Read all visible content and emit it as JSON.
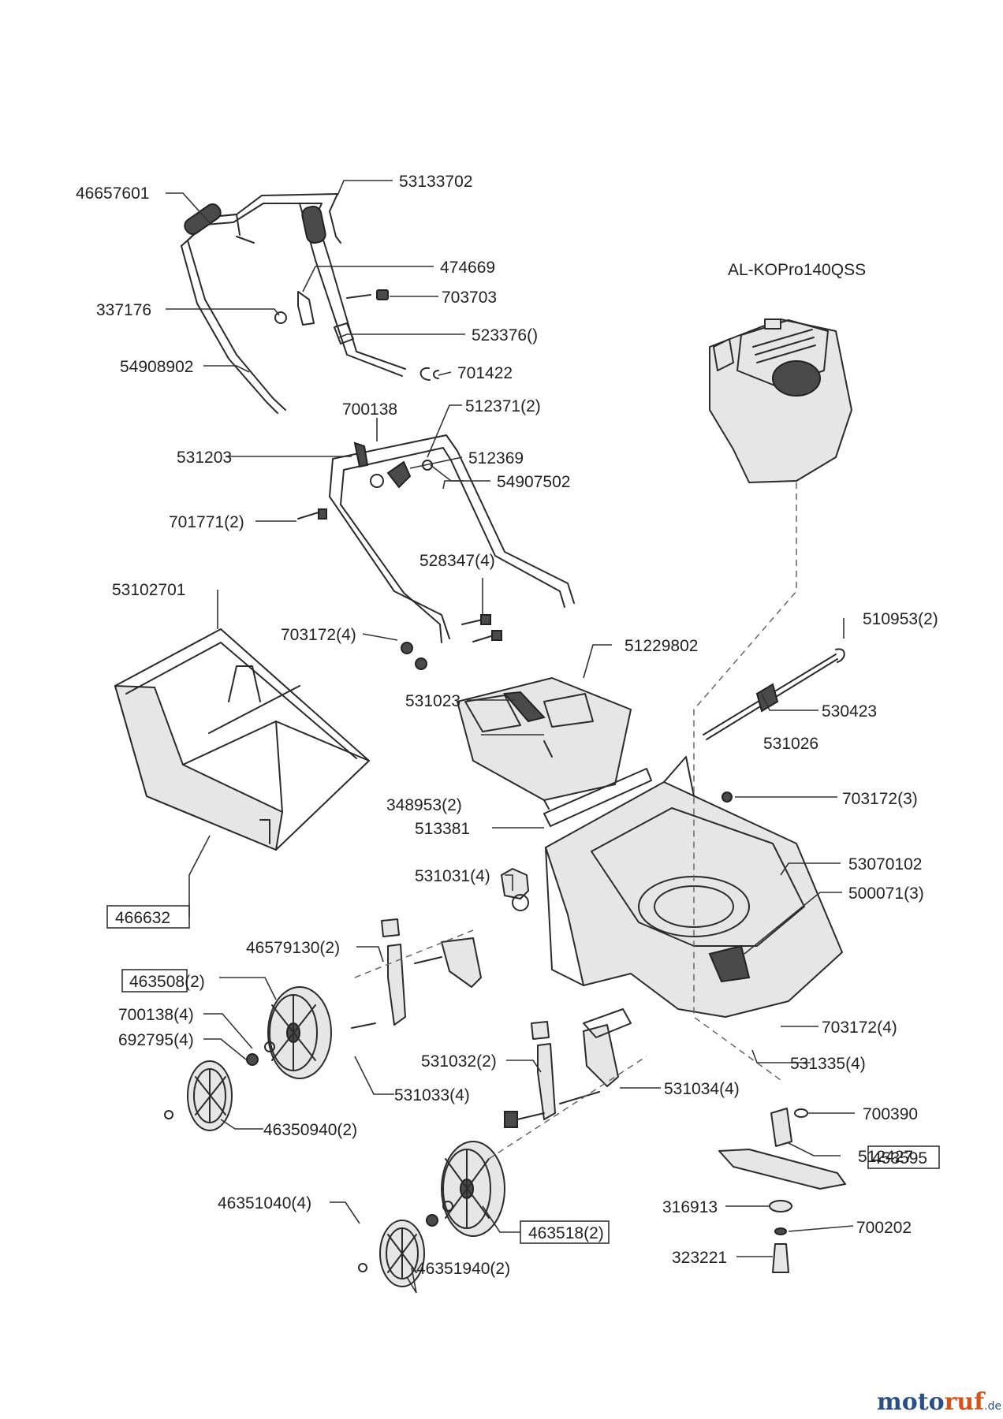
{
  "title": "AL-KOPro140QSS",
  "watermark": {
    "part1": "moto",
    "part2": "ruf",
    "suffix": ".de"
  },
  "labels": {
    "l46657601": "46657601",
    "l53133702": "53133702",
    "l474669": "474669",
    "l703703": "703703",
    "l337176": "337176",
    "l523376": "523376()",
    "l54908902": "54908902",
    "l701422": "701422",
    "l700138": "700138",
    "l512371": "512371(2)",
    "l531203": "531203",
    "l512369": "512369",
    "l54907502": "54907502",
    "l701771": "701771(2)",
    "l528347": "528347(4)",
    "l53102701": "53102701",
    "l703172_4a": "703172(4)",
    "l51229802": "51229802",
    "l510953": "510953(2)",
    "l531023": "531023",
    "l530423": "530423",
    "l531026": "531026",
    "l348953": "348953(2)",
    "l703172_3": "703172(3)",
    "l513381": "513381",
    "l53070102": "53070102",
    "l531031": "531031(4)",
    "l500071": "500071(3)",
    "l466632": "466632",
    "l46579130": "46579130(2)",
    "l463508": "463508(2)",
    "l700138_4": "700138(4)",
    "l692795": "692795(4)",
    "l703172_4b": "703172(4)",
    "l531335": "531335(4)",
    "l531032": "531032(2)",
    "l531033": "531033(4)",
    "l531034": "531034(4)",
    "l700390": "700390",
    "l46350940": "46350940(2)",
    "l512427": "512427",
    "l46351040": "46351040(4)",
    "l316913": "316913",
    "l453595": "453595",
    "l700202": "700202",
    "l463518": "463518(2)",
    "l323221": "323221",
    "l46351940": "46351940(2)"
  }
}
